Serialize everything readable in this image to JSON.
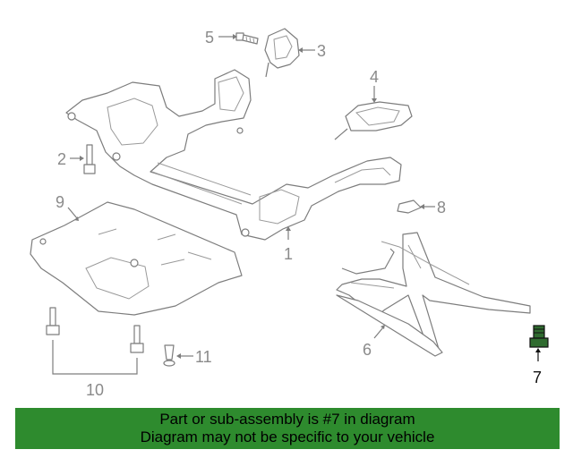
{
  "diagram": {
    "callouts": {
      "c1": "1",
      "c2": "2",
      "c3": "3",
      "c4": "4",
      "c5": "5",
      "c6": "6",
      "c7": "7",
      "c8": "8",
      "c9": "9",
      "c10": "10",
      "c11": "11"
    },
    "highlighted_callout": "7",
    "colors": {
      "line": "#7d7d7d",
      "highlight": "#111111",
      "banner": "#2e8b2e"
    }
  },
  "banner": {
    "line1": "Part or sub-assembly is #7 in diagram",
    "line2": "Diagram may not be specific to your vehicle"
  }
}
